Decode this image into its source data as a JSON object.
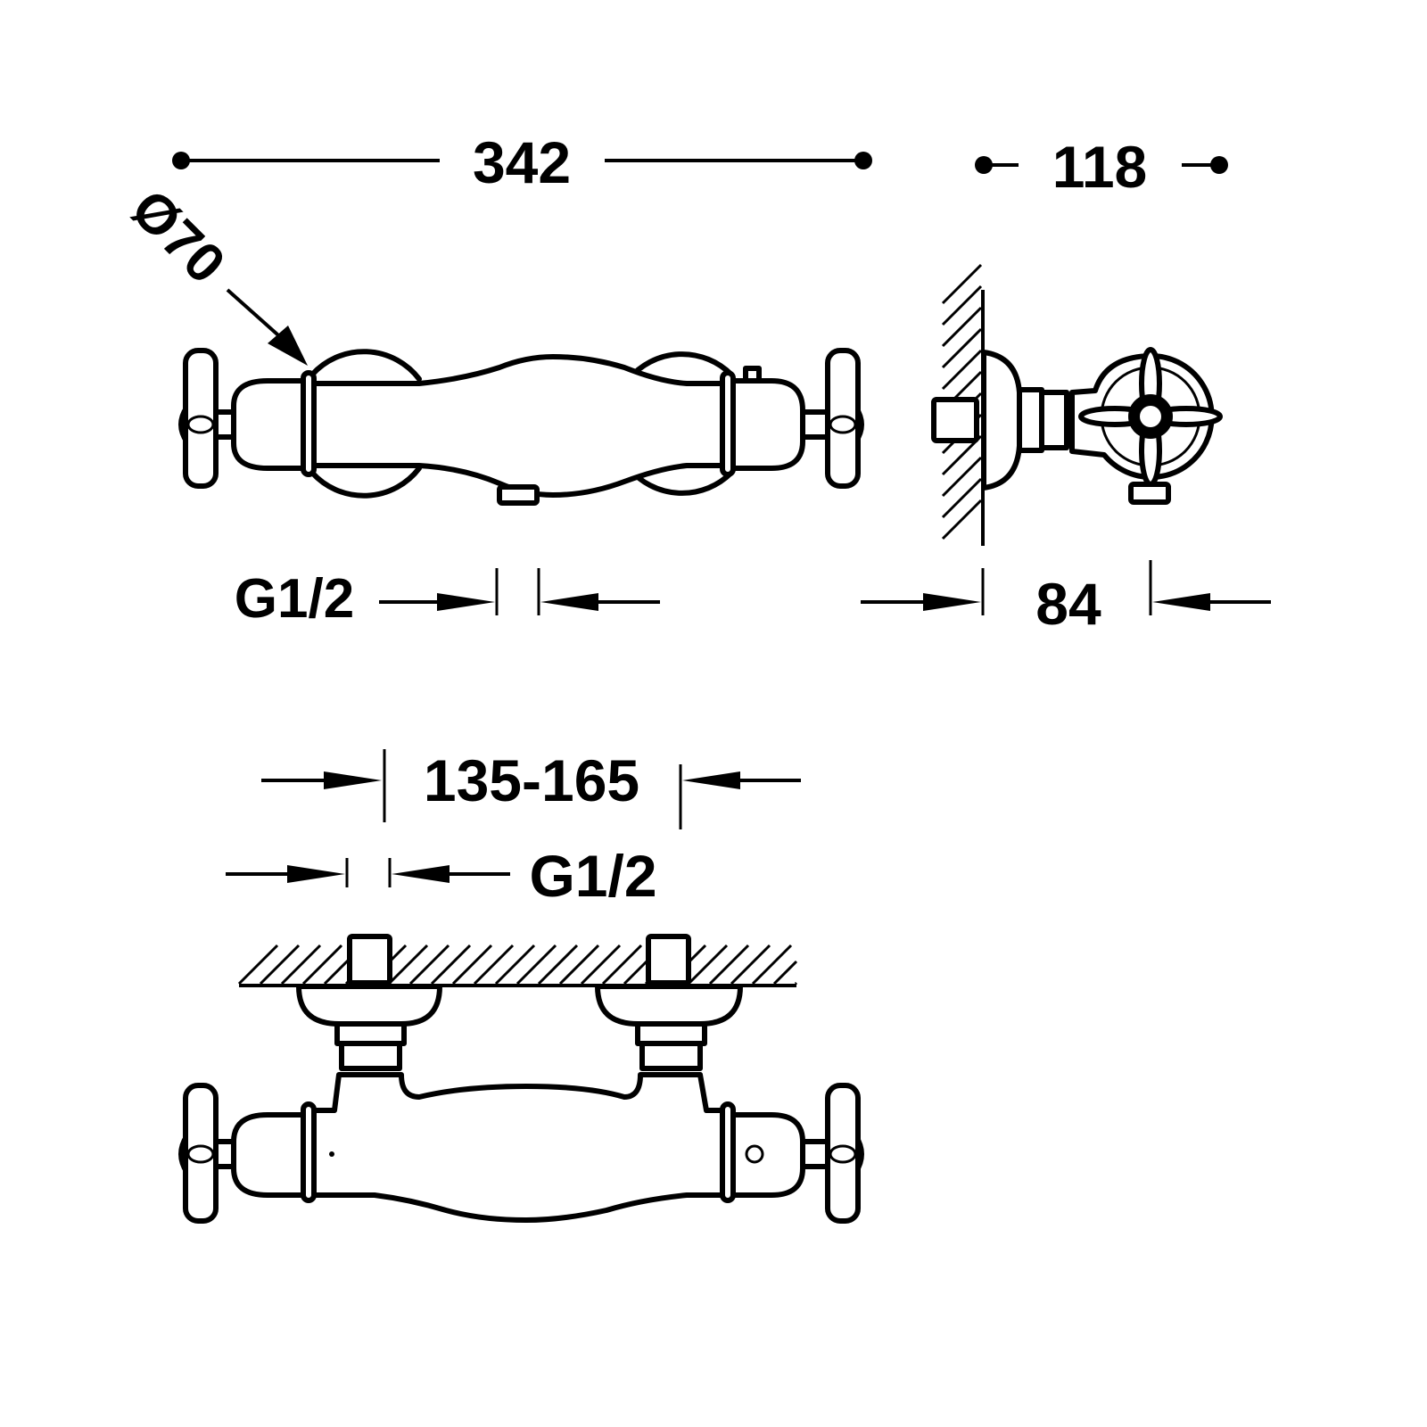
{
  "dimensions": {
    "overall_width": "342",
    "depth": "118",
    "diameter": "Ø70",
    "outlet_thread": "G1/2",
    "wall_to_outlet": "84",
    "inlet_spacing": "135-165",
    "inlet_thread": "G1/2"
  },
  "colors": {
    "line": "#000000",
    "background": "#ffffff"
  }
}
